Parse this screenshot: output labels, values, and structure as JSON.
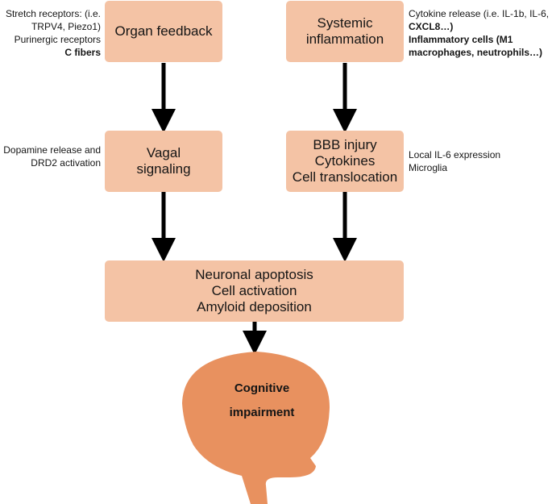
{
  "boxes": {
    "organ_feedback": "Organ feedback",
    "systemic_1": "Systemic",
    "systemic_2": "inflammation",
    "vagal_1": "Vagal",
    "vagal_2": "signaling",
    "bbb_1": "BBB injury",
    "bbb_2": "Cytokines",
    "bbb_3": "Cell translocation",
    "neuronal_1": "Neuronal apoptosis",
    "neuronal_2": "Cell activation",
    "neuronal_3": "Amyloid deposition"
  },
  "notes": {
    "organ_1": "Stretch receptors: (i.e.",
    "organ_2": "TRPV4, Piezo1)",
    "organ_3": "Purinergic receptors",
    "organ_4": "C fibers",
    "systemic_1": "Cytokine release (i.e. IL-1b, IL-6,",
    "systemic_2": "CXCL8…)",
    "systemic_3": "Inflammatory cells (M1",
    "systemic_4": "macrophages, neutrophils…)",
    "vagal_1": "Dopamine release and",
    "vagal_2": "DRD2 activation",
    "bbb_1": "Local IL-6 expression",
    "bbb_2": "Microglia"
  },
  "outcome": {
    "line_1": "Cognitive",
    "line_2": "impairment"
  },
  "colors": {
    "box_fill": "#f4c3a5",
    "brain_fill": "#e8915f",
    "arrow": "#000000"
  }
}
